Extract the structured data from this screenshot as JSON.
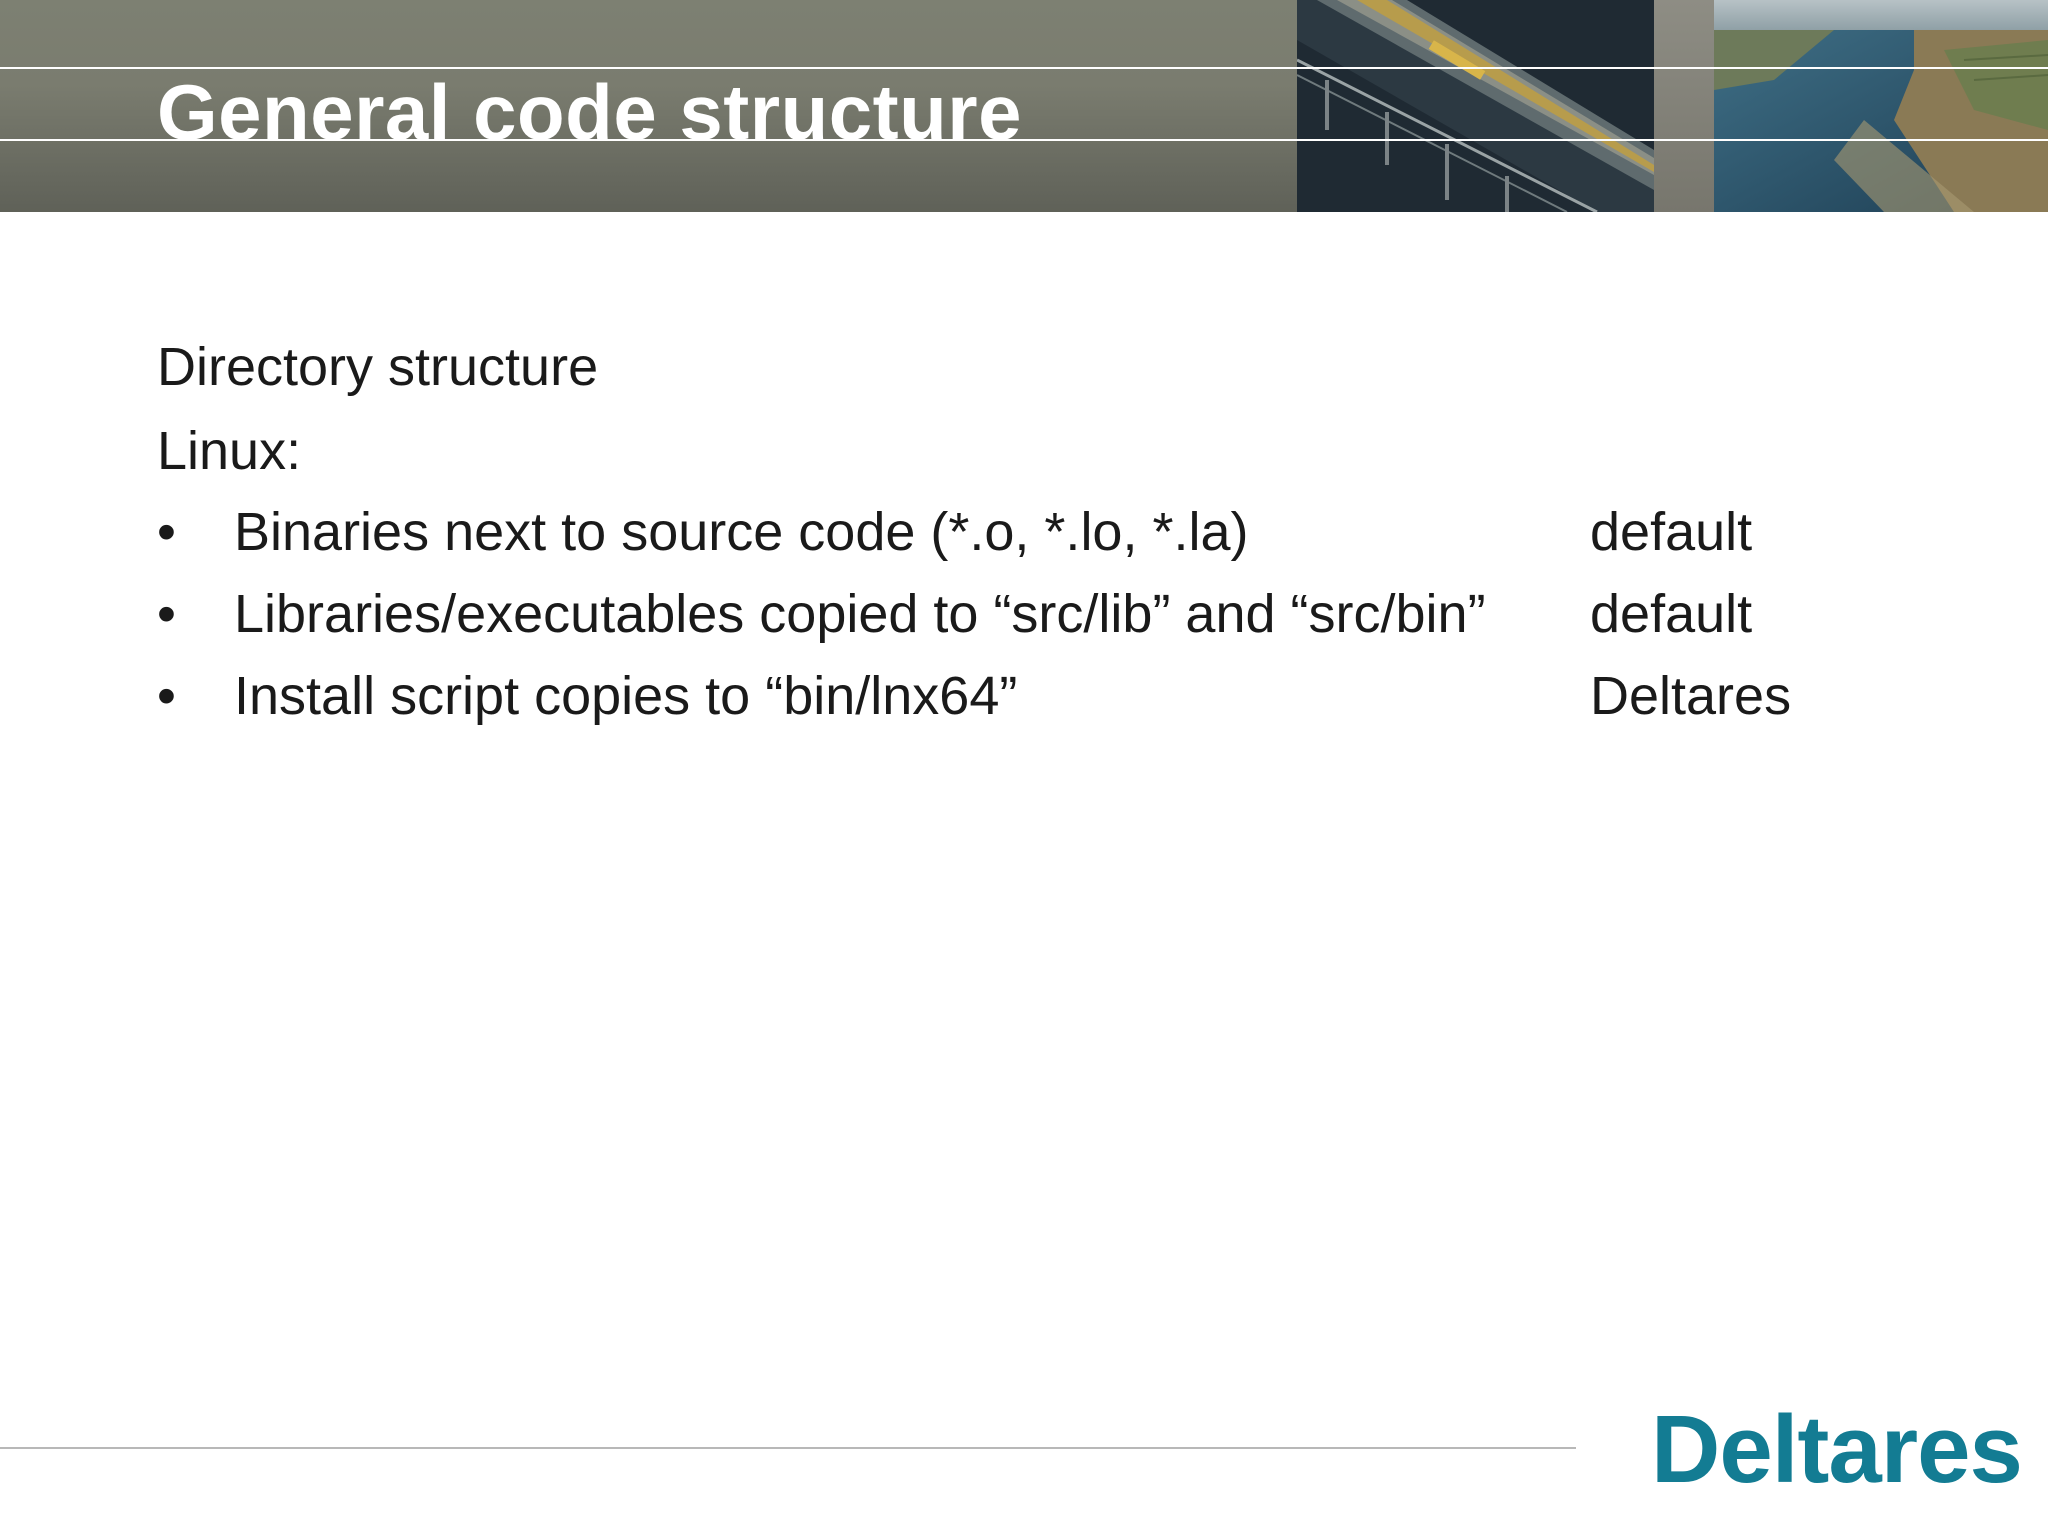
{
  "slide": {
    "title": "General code structure"
  },
  "content": {
    "heading": "Directory structure",
    "subheading": "Linux:",
    "bullets": [
      {
        "text": "Binaries next to source code (*.o, *.lo, *.la)",
        "tag": "default"
      },
      {
        "text": "Libraries/executables copied to “src/lib” and “src/bin”",
        "tag": "default"
      },
      {
        "text": "Install script copies to “bin/lnx64”",
        "tag": "Deltares"
      }
    ],
    "bullet_glyph": "•"
  },
  "footer": {
    "logo_text": "Deltares"
  },
  "colors": {
    "header_band": "#7a7c6f",
    "logo": "#137c93",
    "title_text": "#ffffff"
  }
}
